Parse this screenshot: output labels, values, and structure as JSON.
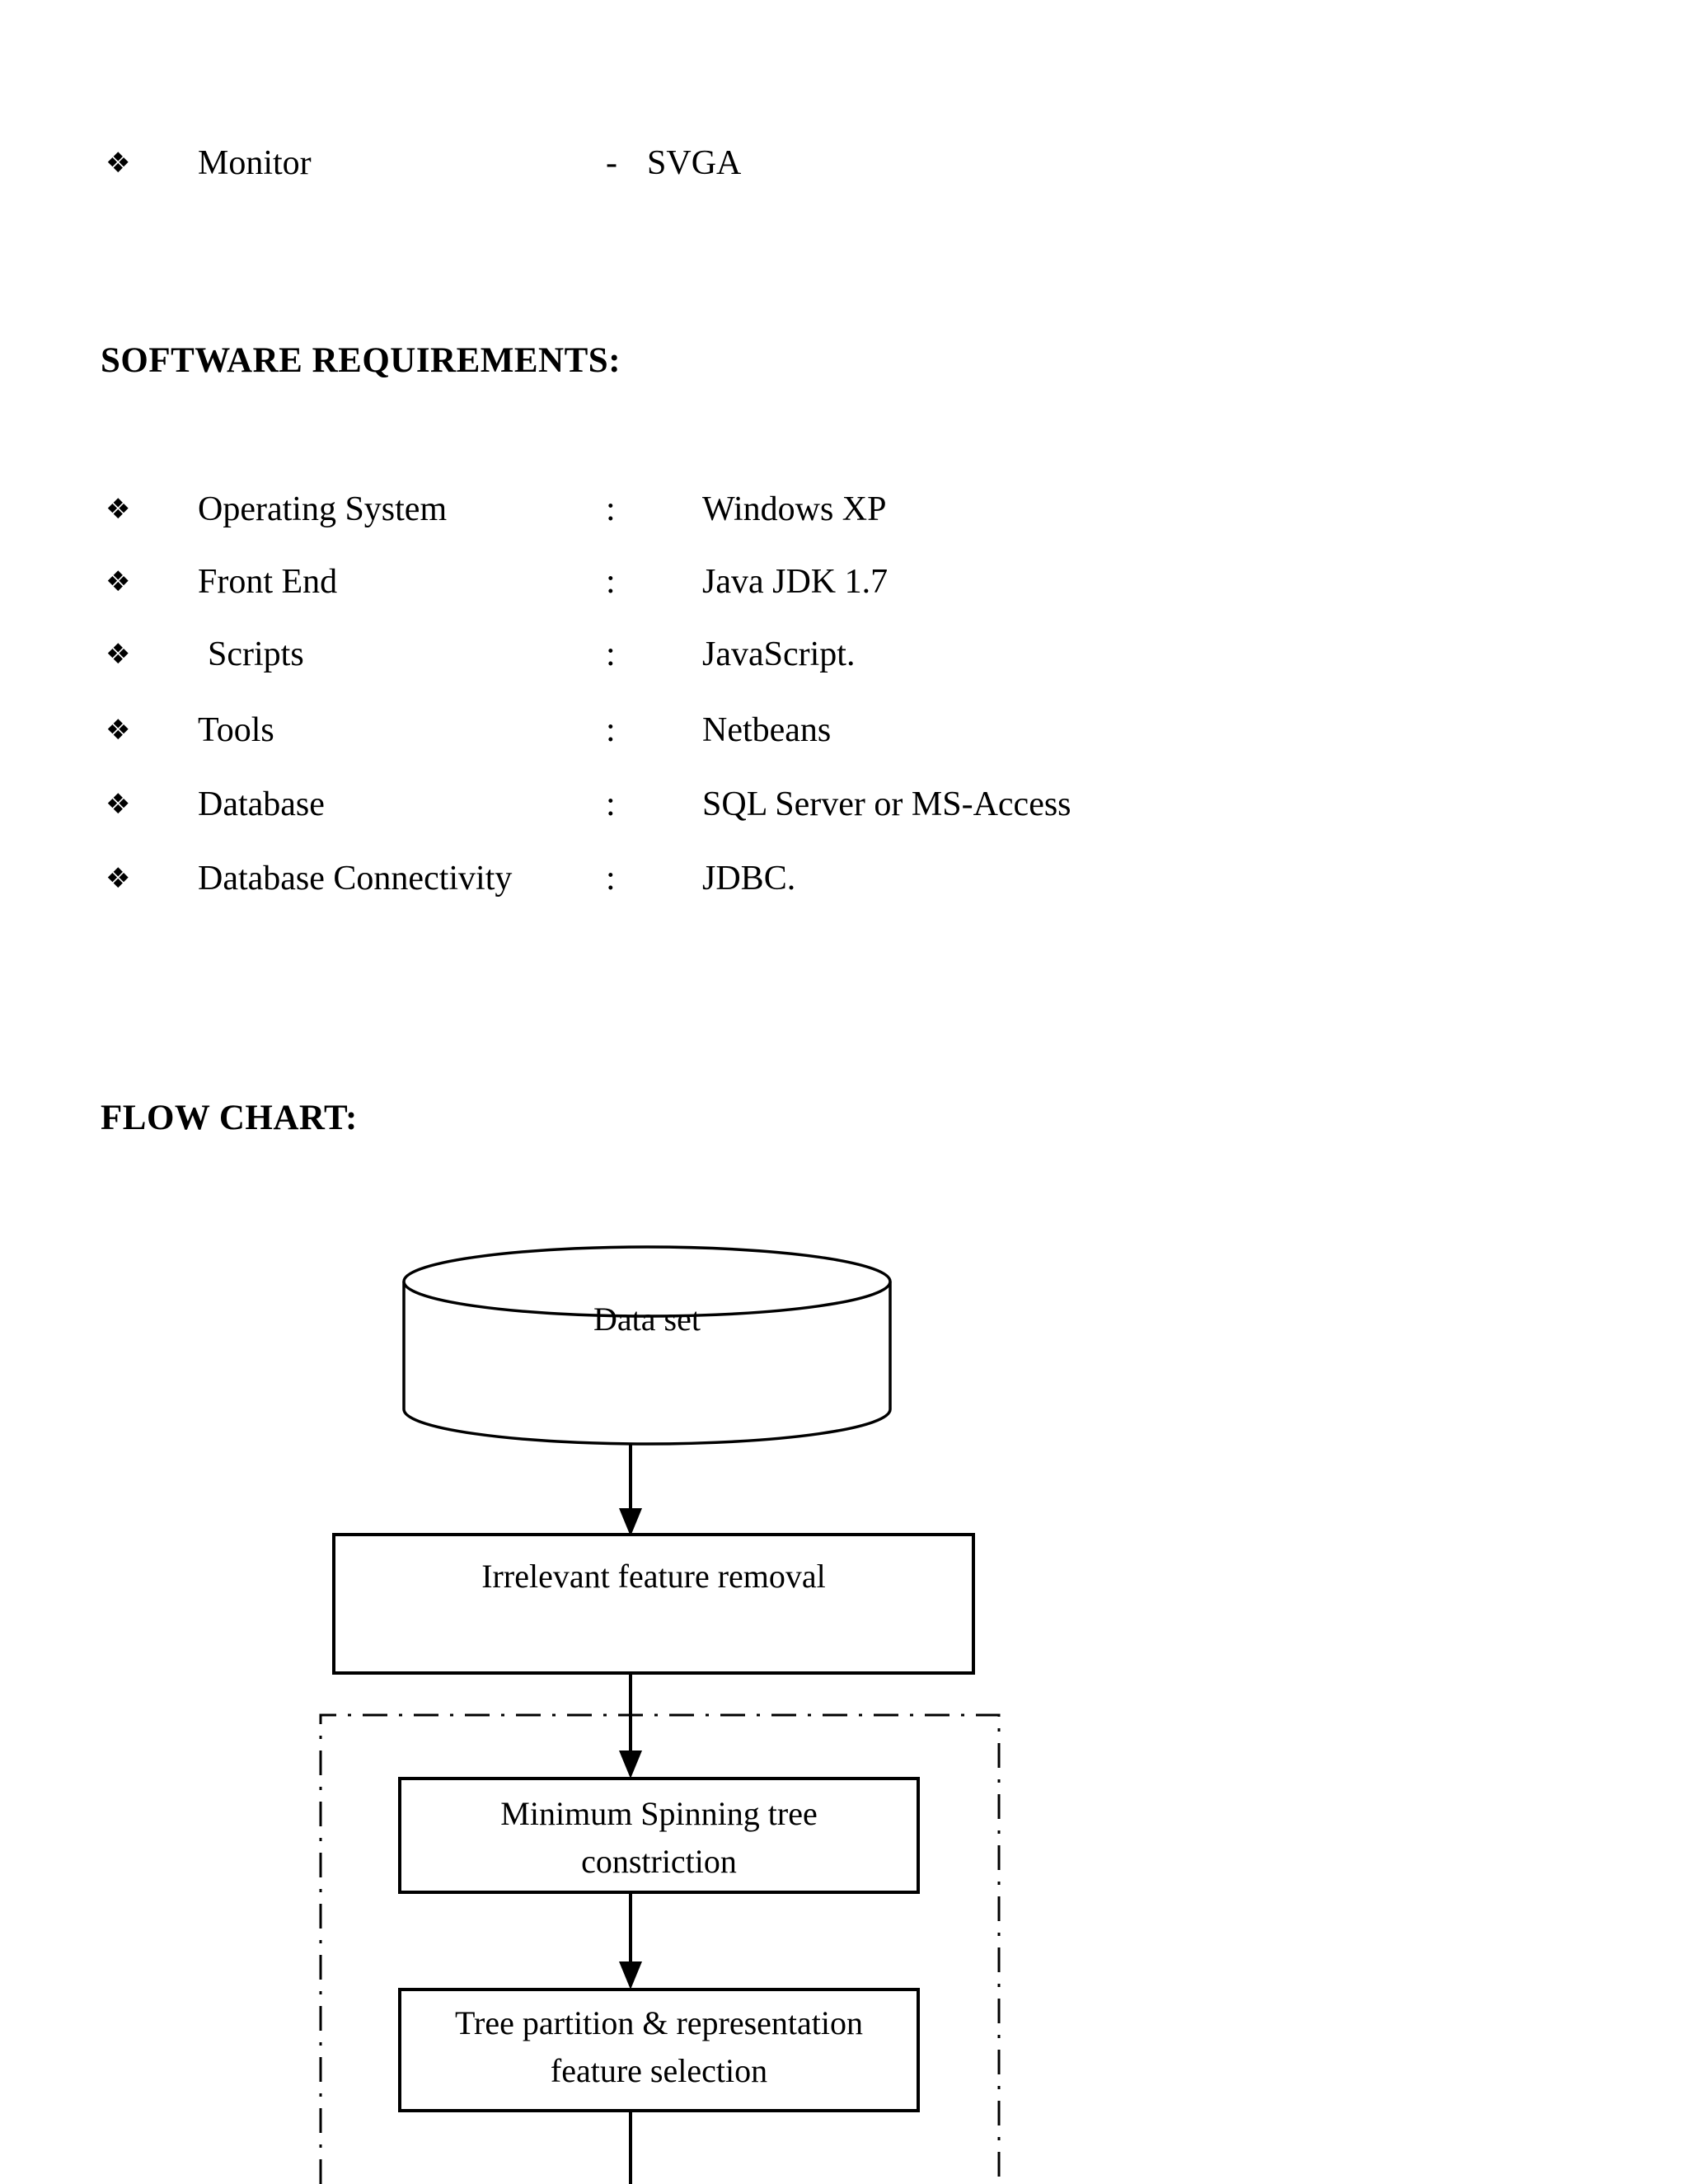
{
  "document": {
    "monitor_item": {
      "bullet": "❖",
      "label": "Monitor",
      "separator": "-",
      "value": "SVGA"
    },
    "software_requirements_heading": "SOFTWARE REQUIREMENTS:",
    "software_requirements": [
      {
        "bullet": "❖",
        "label": "Operating System",
        "separator": ":",
        "value": "Windows XP"
      },
      {
        "bullet": "❖",
        "label": "Front End",
        "separator": ":",
        "value": "Java JDK 1.7"
      },
      {
        "bullet": "❖",
        "label": "Scripts",
        "separator": ":",
        "value": "JavaScript."
      },
      {
        "bullet": "❖",
        "label": "Tools",
        "separator": ":",
        "value": "Netbeans"
      },
      {
        "bullet": "❖",
        "label": "Database",
        "separator": ":",
        "value": "SQL Server or MS-Access"
      },
      {
        "bullet": "❖",
        "label": "Database Connectivity",
        "separator": ":",
        "value": "JDBC."
      }
    ],
    "flow_chart_heading": "FLOW CHART:",
    "flow_chart": {
      "dataset_label": "Data set",
      "box1_label": "Irrelevant feature removal",
      "box2_line1": "Minimum Spinning tree",
      "box2_line2": "constriction",
      "box3_line1": "Tree partition & representation",
      "box3_line2": "feature selection",
      "line_color": "#000000",
      "fill_color": "#ffffff"
    }
  }
}
